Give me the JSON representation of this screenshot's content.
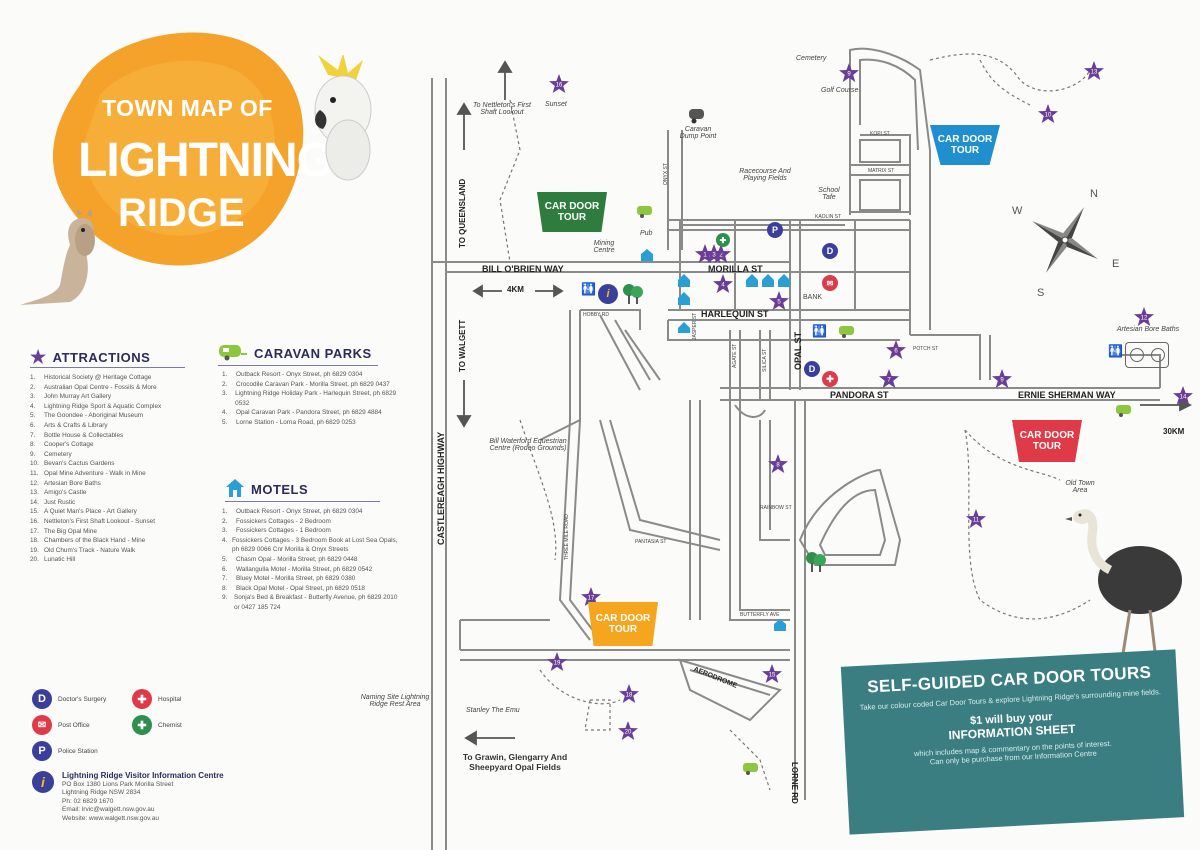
{
  "title": {
    "line1": "TOWN MAP OF",
    "line2": "LIGHTNING",
    "line3": "RIDGE"
  },
  "attractions": {
    "heading": "ATTRACTIONS",
    "items": [
      "Historical Society @ Heritage Cottage",
      "Australian Opal Centre - Fossils & More",
      "John Murray Art Gallery",
      "Lightning Ridge Sport & Aquatic Complex",
      "The Goondee - Aboriginal Museum",
      "Arts & Crafts & Library",
      "Bottle House & Collectables",
      "Cooper's Cottage",
      "Cemetery",
      "Bevan's Cactus Gardens",
      "Opal Mine Adventure - Walk in Mine",
      "Artesian Bore Baths",
      "Amigo's Castle",
      "Just Rustic",
      "A Quiet Man's Place - Art Gallery",
      "Nettleton's First Shaft Lookout - Sunset",
      "The Big Opal Mine",
      "Chambers of the Black Hand - Mine",
      "Old Chum's Track - Nature Walk",
      "Lunatic Hill"
    ]
  },
  "caravan": {
    "heading": "CARAVAN PARKS",
    "items": [
      "Outback Resort - Onyx Street, ph 6829 0304",
      "Crocodile Caravan Park - Morilla Street, ph 6829 0437",
      "Lightning Ridge Holiday Park - Harlequin Street, ph 6829 0532",
      "Opal Caravan Park - Pandora Street, ph 6829 4884",
      "Lorne Station - Lorna Road, ph 6829 0253"
    ]
  },
  "motels": {
    "heading": "MOTELS",
    "items": [
      "Outback Resort - Onyx Street, ph 6829 0304",
      "Fossickers Cottages - 2 Bedroom",
      "Fossickers Cottages - 1 Bedroom",
      "Fossickers Cottages - 3 Bedroom Book at Lost Sea Opals, ph 6829 0066 Cnr Morilla & Onyx Streets",
      "Chasm Opal - Morilla Street, ph 6829 0448",
      "Wallangulla Motel - Morilla Street, ph 6829 0542",
      "Bluey Motel - Morilla Street, ph 6829 0380",
      "Black Opal Motel - Opal Street, ph 6829 0518",
      "Sonja's Bed & Breakfast - Butterfly Avenue, ph 6829 2010 or 0427 185 724"
    ]
  },
  "legend": {
    "doctor": "Doctor's Surgery",
    "hospital": "Hospital",
    "post": "Post Office",
    "chemist": "Chemist",
    "police": "Police Station"
  },
  "visitor_centre": {
    "name": "Lightning Ridge Visitor Information Centre",
    "address1": "PO Box 1380 Lions Park Morilla Street",
    "address2": "Lightning Ridge NSW 2834",
    "phone": "Ph: 02 6829 1670",
    "email": "Email: lrvic@walgett.nsw.gov.au",
    "website": "Website: www.walgett.nsw.gov.au"
  },
  "streets": {
    "bill_obrien": "BILL O'BRIEN WAY",
    "morilla": "MORILLA ST",
    "harlequin": "HARLEQUIN ST",
    "opal": "OPAL ST",
    "pandora": "PANDORA ST",
    "ernie": "ERNIE SHERMAN WAY",
    "castlereagh": "CASTLEREAGH HIGHWAY",
    "to_queensland": "TO QUEENSLAND",
    "to_walgett": "TO WALGETT",
    "lorne": "LORNE RD",
    "aerodrome": "AERODROME",
    "onyx": "ONYX ST",
    "kopi": "KOPI ST",
    "matrix": "MATRIX ST",
    "kaolin": "KAOLIN ST",
    "potch": "POTCH ST",
    "hobby": "HOBBY RD",
    "pantasia": "PANTASIA ST",
    "rainbow": "RAINBOW ST",
    "butterfly": "BUTTERFLY AVE",
    "three_mile": "THREE MILE ROAD",
    "silica": "SILICA ST",
    "agate": "AGATE ST",
    "jasper": "JASPER ST",
    "4km": "4KM",
    "30km": "30KM"
  },
  "places": {
    "cemetery": "Cemetery",
    "golf": "Golf Course",
    "sunset": "Sunset",
    "nettleton": "To Nettleton's First Shaft Lookout",
    "caravan_dump": "Caravan Dump Point",
    "racecourse": "Racecourse And Playing Fields",
    "school": "School Tafe",
    "mining_centre": "Mining Centre",
    "pub": "Pub",
    "bank": "BANK",
    "artesian": "Artesian Bore Baths",
    "old_town": "Old Town Area",
    "equestrian": "Bill Waterford Equestrian Centre (Rodeo Grounds)",
    "naming_site": "Naming Site Lightning Ridge Rest Area",
    "stanley": "Stanley The Emu",
    "grawin": "To Grawin, Glengarry And Sheepyard Opal Fields"
  },
  "car_door": {
    "label1": "CAR DOOR",
    "label2": "TOUR",
    "heading": "SELF-GUIDED CAR DOOR TOURS",
    "intro": "Take our colour coded Car Door Tours & explore Lightning Ridge's surrounding mine fields.",
    "price": "$1 will buy your",
    "sheet": "INFORMATION SHEET",
    "desc1": "which includes map & commentary on the points of interest.",
    "desc2": "Can only be purchase from our Information Centre"
  },
  "compass": {
    "n": "N",
    "e": "E",
    "s": "S",
    "w": "W"
  },
  "colors": {
    "purple": "#6a3e96",
    "green": "#2f7d3e",
    "blue": "#1f8fcf",
    "red": "#e03a48",
    "orange": "#f5a51e",
    "teal": "#3b7e82",
    "navy": "#2b2b5c"
  }
}
